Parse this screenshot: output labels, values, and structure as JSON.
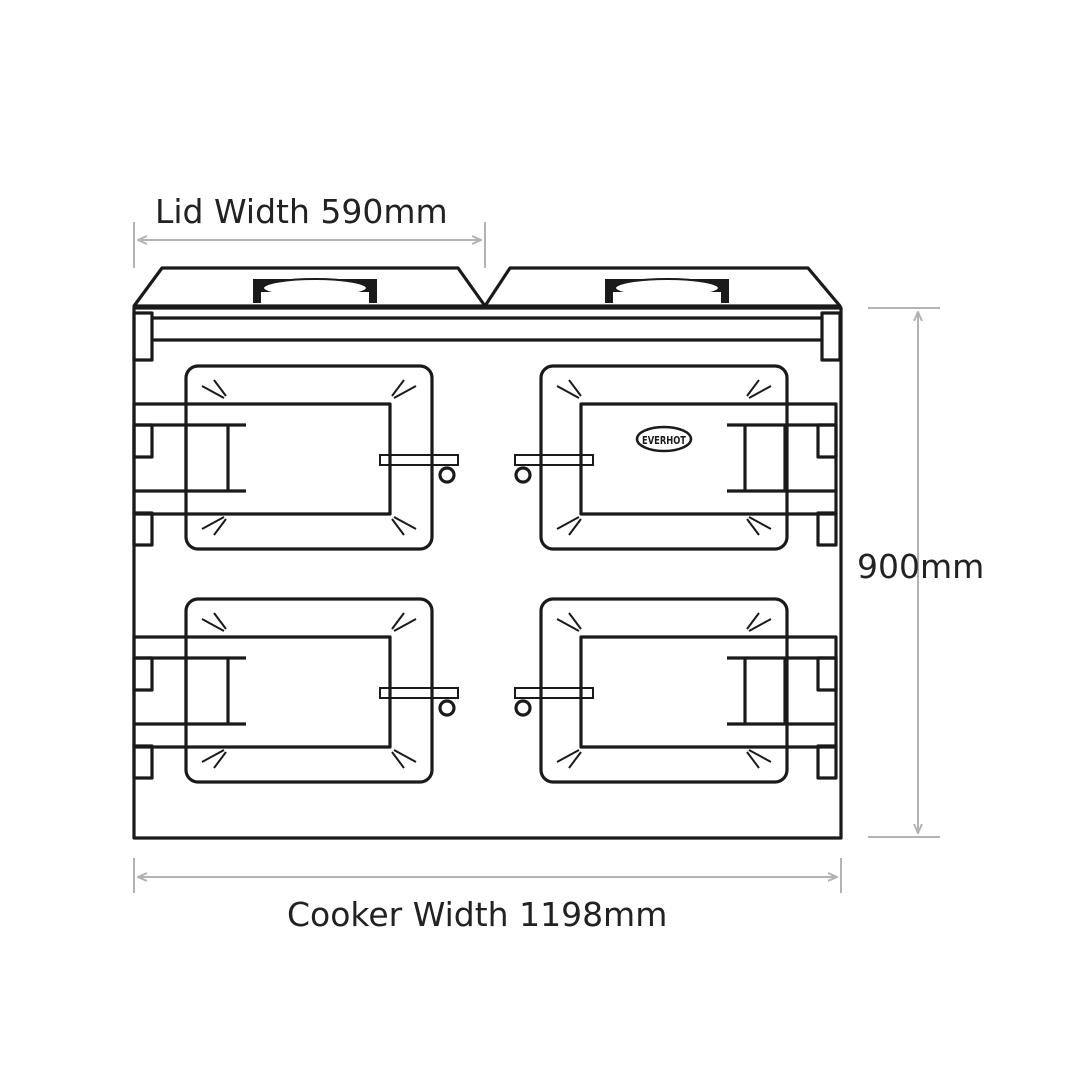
{
  "labels": {
    "lid_width": "Lid Width 590mm",
    "height": "900mm",
    "cooker_width": "Cooker Width 1198mm"
  },
  "logo": {
    "text": "EVERHOT"
  },
  "colors": {
    "line": "#1a1a1a",
    "dimension": "#b3b3b3",
    "background": "#ffffff"
  }
}
